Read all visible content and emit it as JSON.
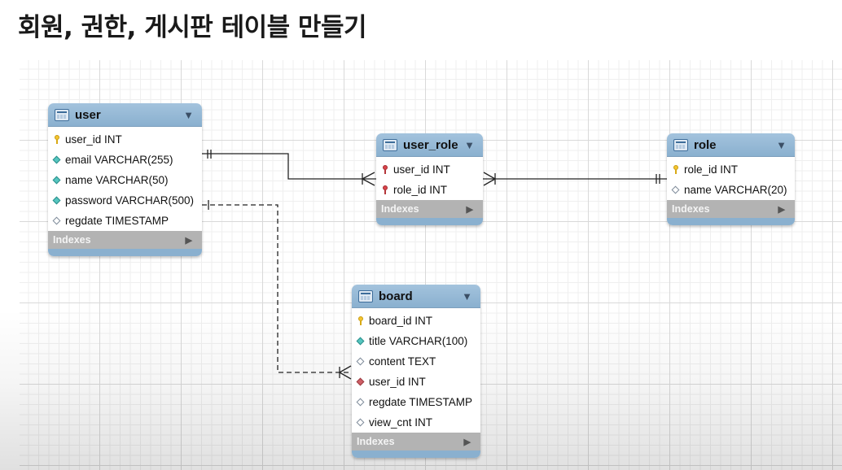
{
  "title": "회원, 권한, 게시판 테이블 만들기",
  "colors": {
    "header": "#8ab0cf",
    "indexes": "#b3b3b3",
    "primary_key": "#f4c430",
    "foreign_key": "#d9454b",
    "not_null": "#56c6c0"
  },
  "entities": {
    "user": {
      "name": "user",
      "indexes_label": "Indexes",
      "columns": [
        {
          "text": "user_id INT",
          "icon": "primary-key-icon"
        },
        {
          "text": "email VARCHAR(255)",
          "icon": "not-null-column-icon"
        },
        {
          "text": "name VARCHAR(50)",
          "icon": "not-null-column-icon"
        },
        {
          "text": "password VARCHAR(500)",
          "icon": "not-null-column-icon"
        },
        {
          "text": "regdate TIMESTAMP",
          "icon": "nullable-column-icon"
        }
      ]
    },
    "user_role": {
      "name": "user_role",
      "indexes_label": "Indexes",
      "columns": [
        {
          "text": "user_id INT",
          "icon": "foreign-primary-key-icon"
        },
        {
          "text": "role_id INT",
          "icon": "foreign-primary-key-icon"
        }
      ]
    },
    "role": {
      "name": "role",
      "indexes_label": "Indexes",
      "columns": [
        {
          "text": "role_id INT",
          "icon": "primary-key-icon"
        },
        {
          "text": "name VARCHAR(20)",
          "icon": "nullable-column-icon"
        }
      ]
    },
    "board": {
      "name": "board",
      "indexes_label": "Indexes",
      "columns": [
        {
          "text": "board_id INT",
          "icon": "primary-key-icon"
        },
        {
          "text": "title VARCHAR(100)",
          "icon": "not-null-column-icon"
        },
        {
          "text": "content TEXT",
          "icon": "nullable-column-icon"
        },
        {
          "text": "user_id INT",
          "icon": "foreign-key-icon"
        },
        {
          "text": "regdate TIMESTAMP",
          "icon": "nullable-column-icon"
        },
        {
          "text": "view_cnt INT",
          "icon": "nullable-column-icon"
        }
      ]
    }
  },
  "relationships": [
    {
      "from": "user",
      "to": "user_role",
      "style": "identifying",
      "cardinality": "one-to-many"
    },
    {
      "from": "role",
      "to": "user_role",
      "style": "identifying",
      "cardinality": "one-to-many"
    },
    {
      "from": "user",
      "to": "board",
      "style": "non-identifying",
      "cardinality": "one-to-many"
    }
  ]
}
